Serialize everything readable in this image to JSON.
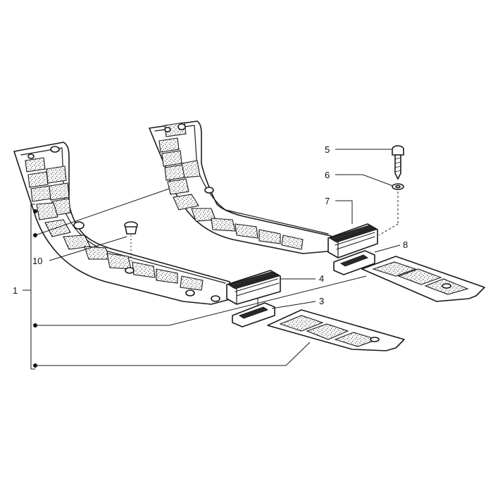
{
  "callouts": [
    {
      "id": "1",
      "text": "1"
    },
    {
      "id": "3",
      "text": "3"
    },
    {
      "id": "4",
      "text": "4"
    },
    {
      "id": "5",
      "text": "5"
    },
    {
      "id": "6",
      "text": "6"
    },
    {
      "id": "7",
      "text": "7"
    },
    {
      "id": "8",
      "text": "8"
    },
    {
      "id": "10",
      "text": "10"
    }
  ],
  "colors": {
    "ink": "#1a1a1a",
    "paper": "#ffffff"
  },
  "parts": [
    {
      "name": "left-footboard-mat",
      "callout": "1"
    },
    {
      "name": "right-footboard-mat",
      "callout": "1"
    },
    {
      "name": "left-rear-insert-plate",
      "callout": "1"
    },
    {
      "name": "right-rear-insert-plate",
      "callout": "1"
    },
    {
      "name": "left-rubber-block-bracket",
      "callout": "3"
    },
    {
      "name": "left-rubber-block",
      "callout": "4"
    },
    {
      "name": "screw",
      "callout": "5"
    },
    {
      "name": "washer",
      "callout": "6"
    },
    {
      "name": "right-rubber-block",
      "callout": "7"
    },
    {
      "name": "right-rubber-block-bracket",
      "callout": "8"
    },
    {
      "name": "push-clip-fastener",
      "callout": "10"
    }
  ]
}
